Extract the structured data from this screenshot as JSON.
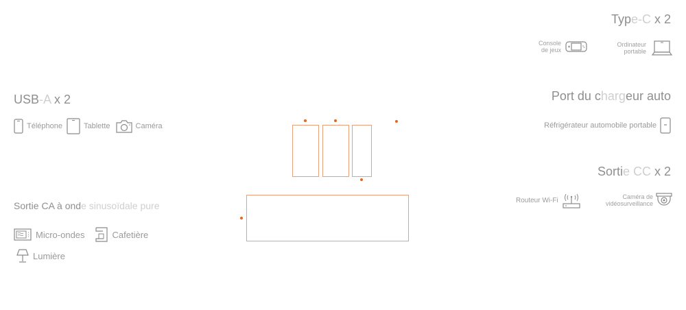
{
  "type_c": {
    "heading_main": "Typ",
    "heading_fade": "e-C",
    "heading_tail": " x 2",
    "items": [
      {
        "label_line1": "Console",
        "label_line2": "de jeux",
        "icon": "game-console-icon"
      },
      {
        "label_line1": "Ordinateur",
        "label_line2": "portable",
        "icon": "laptop-icon"
      }
    ]
  },
  "usb_a": {
    "heading_main": "USB",
    "heading_fade": "-A",
    "heading_tail": " x 2",
    "items": [
      {
        "label": "Téléphone",
        "icon": "phone-icon"
      },
      {
        "label": "Tablette",
        "icon": "tablet-icon"
      },
      {
        "label": "Caméra",
        "icon": "camera-icon"
      }
    ]
  },
  "car_port": {
    "heading_main": "Port du c",
    "heading_fade": "harg",
    "heading_tail": "eur auto",
    "items": [
      {
        "label": "Réfrigérateur automobile portable",
        "icon": "car-fridge-icon"
      }
    ]
  },
  "dc_out": {
    "heading_main": "Sorti",
    "heading_fade": "e CC",
    "heading_tail": " x 2",
    "items": [
      {
        "label": "Routeur Wi-Fi",
        "icon": "wifi-router-icon"
      },
      {
        "label_line1": "Caméra de",
        "label_line2": "vidéosurveillance",
        "icon": "security-camera-icon"
      }
    ]
  },
  "ac_out": {
    "heading_main": "Sortie CA à ond",
    "heading_fade": "e sinusoïdale pure",
    "items": [
      {
        "label": "Micro-ondes",
        "icon": "microwave-icon"
      },
      {
        "label": "Cafetière",
        "icon": "coffee-maker-icon"
      },
      {
        "label": "Lumière",
        "icon": "lamp-icon"
      }
    ]
  },
  "colors": {
    "accent": "#e8661c",
    "outline": "#e8a07a",
    "text": "#9a9a9a"
  }
}
